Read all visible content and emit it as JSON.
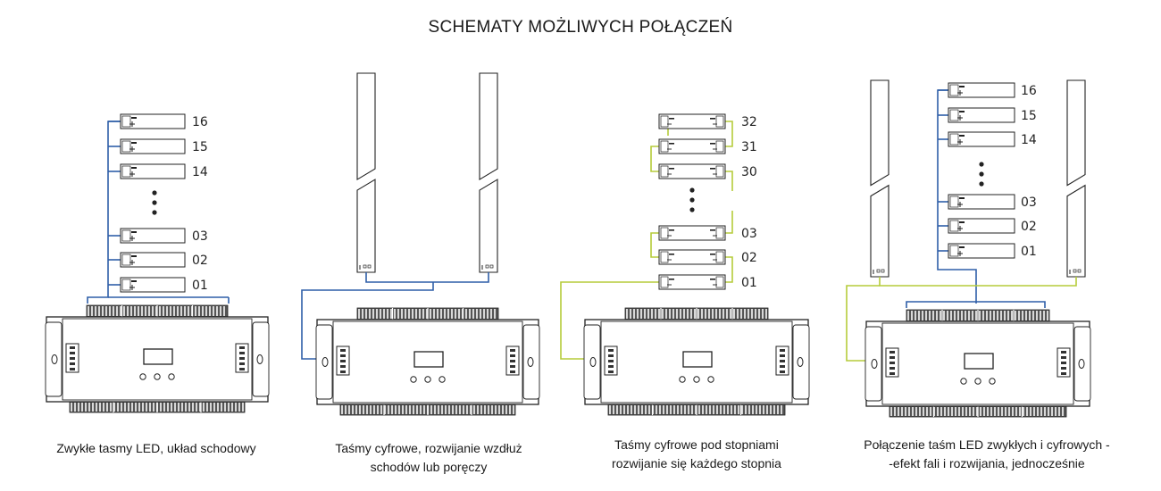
{
  "title": "SCHEMATY MOŻLIWYCH POŁĄCZEŃ",
  "colors": {
    "blue": "#2f5fa8",
    "green": "#b5cc3a",
    "outline": "#222222"
  },
  "panels": [
    {
      "caption_lines": [
        "Zwykłe tasmy LED, układ schodowy"
      ],
      "labels": [
        "16",
        "15",
        "14",
        "03",
        "02",
        "01"
      ]
    },
    {
      "caption_lines": [
        "Taśmy cyfrowe, rozwijanie wzdłuż",
        "schodów lub poręczy"
      ],
      "labels": []
    },
    {
      "caption_lines": [
        "Taśmy cyfrowe pod stopniami",
        "rozwijanie się każdego stopnia"
      ],
      "labels": [
        "32",
        "31",
        "30",
        "03",
        "02",
        "01"
      ]
    },
    {
      "caption_lines": [
        "Połączenie taśm LED zwykłych i cyfrowych -",
        "-efekt fali i rozwijania, jednocześnie"
      ],
      "labels": [
        "16",
        "15",
        "14",
        "03",
        "02",
        "01"
      ]
    }
  ]
}
